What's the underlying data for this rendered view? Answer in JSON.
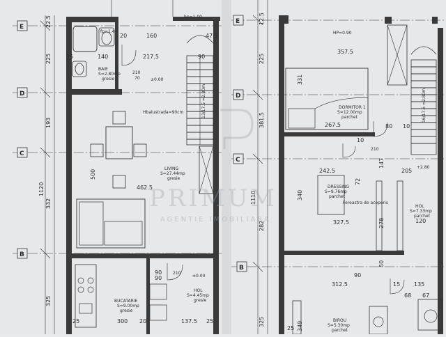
{
  "grid_labels": {
    "e": "E",
    "d": "D",
    "c": "C",
    "b": "B"
  },
  "watermark": {
    "brand": "PRIMUM",
    "sub": "AGENTIE IMOBILIARA"
  },
  "ground_floor": {
    "vertical_dims": [
      "22.5",
      "225",
      "193",
      "1120",
      "332",
      "325"
    ],
    "top_dims": [
      "160",
      "20",
      "hp=1.00",
      "47.5",
      "140",
      "217.5",
      "90",
      "25",
      "210",
      "70",
      "±0.00"
    ],
    "baie": {
      "name": "BAIE",
      "area": "S=2.80mp",
      "floor": "gresie"
    },
    "living": {
      "name": "LIVING",
      "area": "S=27.44mp",
      "floor": "gresie",
      "note": "Hbalustrada=90cm",
      "width": "462.5",
      "height": "500"
    },
    "stair_text": "13/17.5 =2.80m",
    "bucatarie": {
      "name": "BUCATARIE",
      "area": "S=9.00mp",
      "floor": "gresie"
    },
    "hol": {
      "name": "HOL",
      "area": "S=4.45mp",
      "floor": "gresie"
    },
    "bottom_dims": [
      "25",
      "300",
      "20",
      "137.5",
      "25",
      "90",
      "90",
      "210"
    ],
    "level": "±0.00",
    "fp_label": "fp=1.4"
  },
  "upper_floor": {
    "vertical_dims": [
      "12.5",
      "225",
      "381.5",
      "1110",
      "282",
      "325"
    ],
    "hp": "HP=0.90",
    "top_width": "357.5",
    "dormitor": {
      "name": "DORMITOR 1",
      "area": "S=12.00mp",
      "floor": "parchet",
      "width": "267.5",
      "depth": "331"
    },
    "dressing": {
      "name": "DRESSING",
      "area": "S=9.76mp",
      "floor": "parchet",
      "note": "Fereastra de acoperis"
    },
    "hol": {
      "name": "HOL",
      "area": "S=7.33mp",
      "floor": "parchet"
    },
    "birou": {
      "name": "BIROU",
      "area": "S=5.30mp",
      "floor": "parchet"
    },
    "mid_dims": [
      "242.5",
      "340",
      "327.5",
      "205",
      "120",
      "312.5",
      "135",
      "349",
      "278",
      "80",
      "10",
      "10",
      "147",
      "72",
      "50",
      "15",
      "68",
      "67",
      "25",
      "90",
      "210"
    ],
    "level": "+2.80",
    "stair_text": "16/17.5 =2.80m"
  }
}
